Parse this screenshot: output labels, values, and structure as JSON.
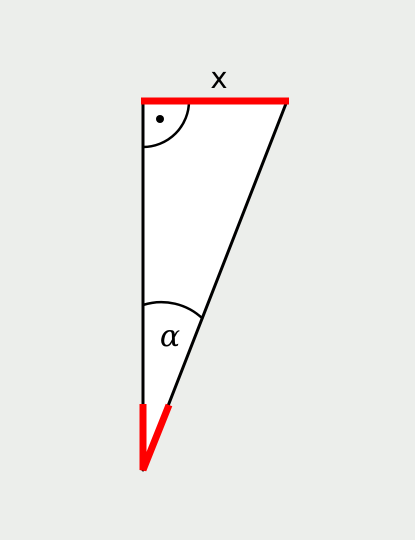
{
  "labels": {
    "side_x": "x",
    "angle": "α"
  },
  "colors": {
    "background": "#eceeeb",
    "triangle_fill": "#ffffff",
    "stroke": "#000000",
    "highlight": "#ff0000"
  },
  "right_angle_marker": "dot-in-arc",
  "angle_marker": "arc"
}
